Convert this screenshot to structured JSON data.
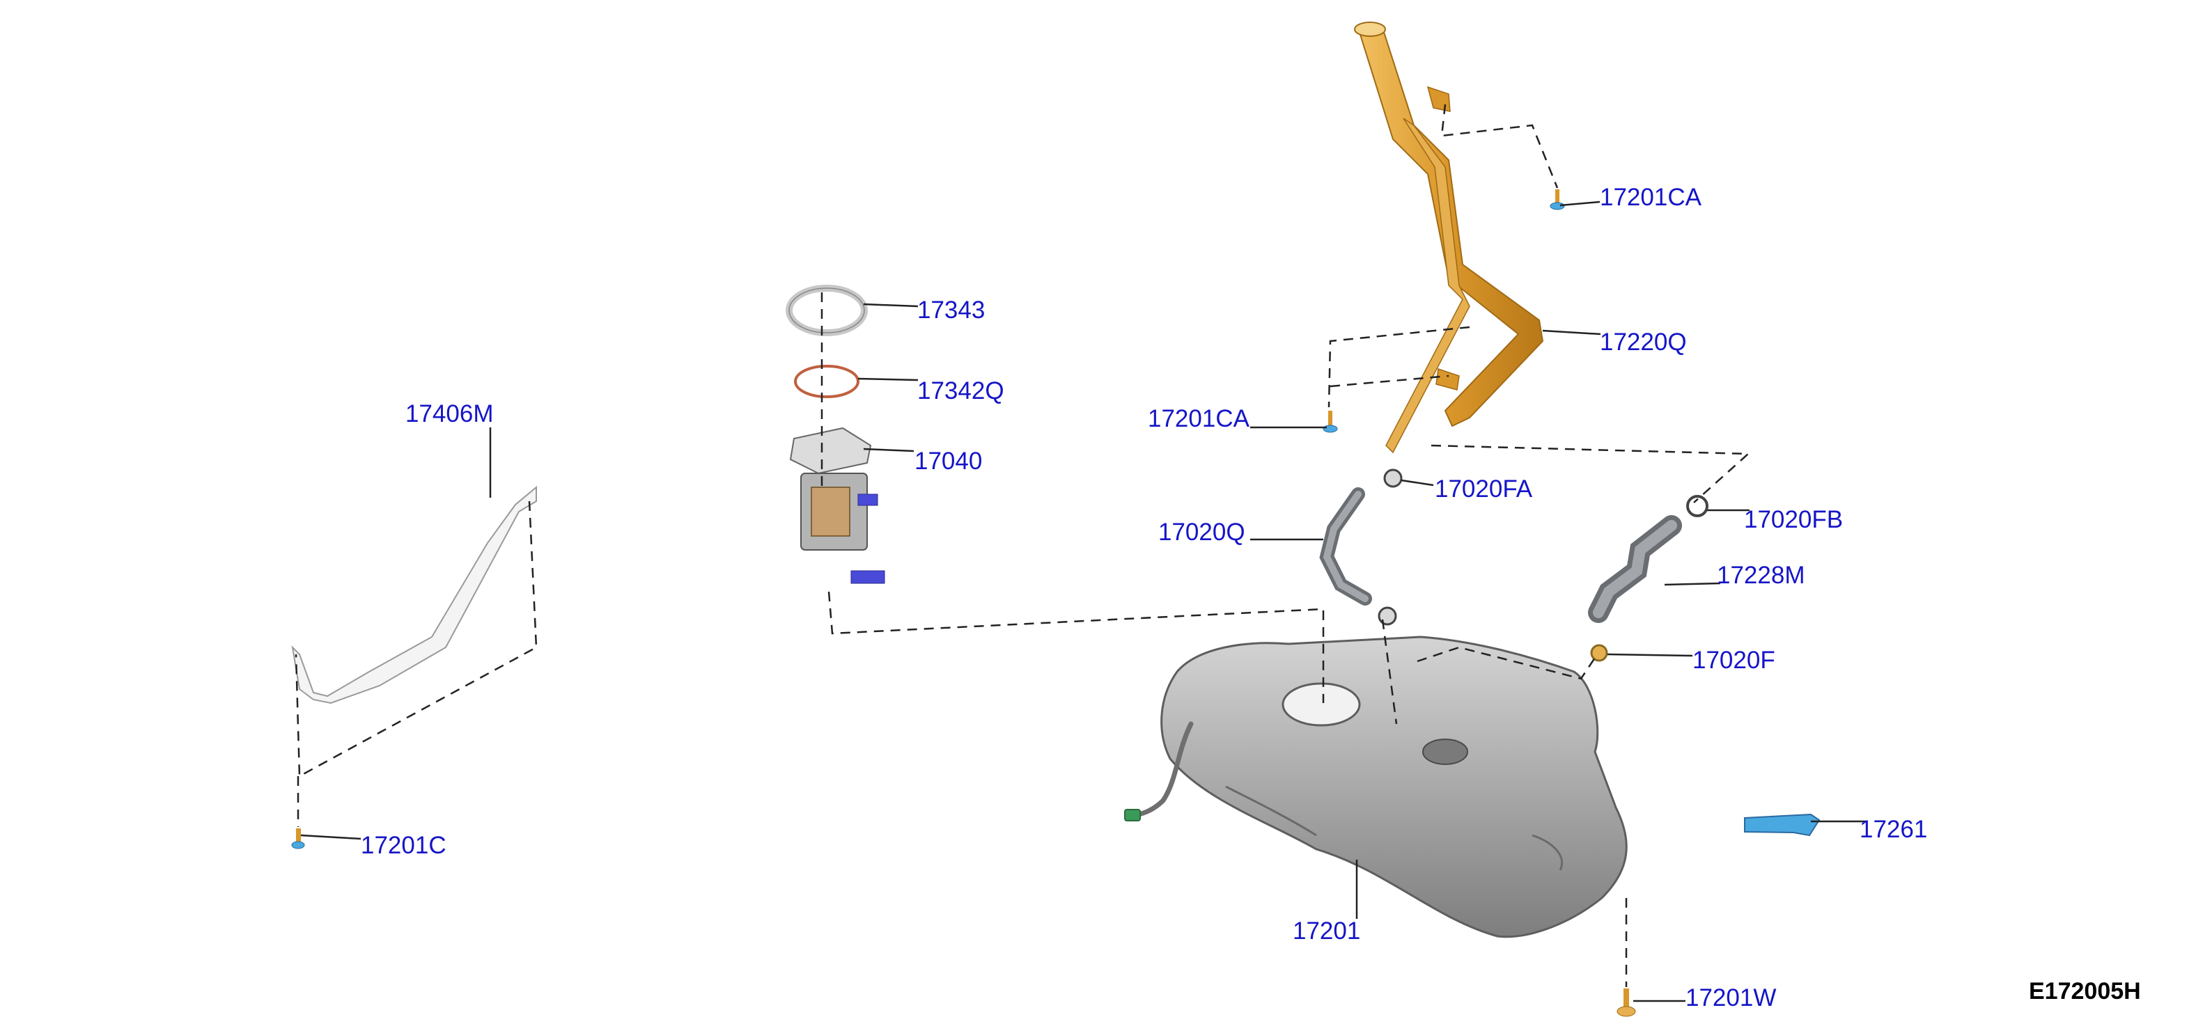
{
  "diagram": {
    "code": "E172005H",
    "colors": {
      "label": "#1515c8",
      "filler_pipe": "#e0a030",
      "tank": "#a6a6a6",
      "hose": "#8d9196",
      "connector_blue": "#4a4ad8",
      "hose_blue": "#4aa8e0",
      "gasket": "#c06040"
    },
    "parts": {
      "p17201CA_top": "17201CA",
      "p17220Q": "17220Q",
      "p17201CA_left": "17201CA",
      "p17343": "17343",
      "p17342Q": "17342Q",
      "p17040": "17040",
      "p17406M": "17406M",
      "p17020FA": "17020FA",
      "p17020Q": "17020Q",
      "p17020FB": "17020FB",
      "p17228M": "17228M",
      "p17020F": "17020F",
      "p17261": "17261",
      "p17201": "17201",
      "p17201C": "17201C",
      "p17201W": "17201W"
    }
  }
}
